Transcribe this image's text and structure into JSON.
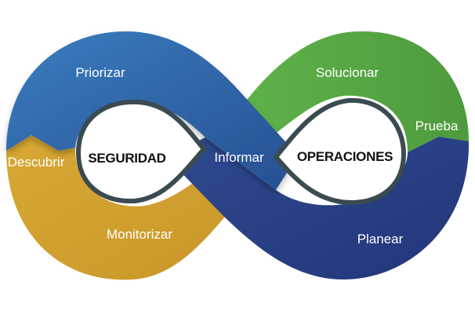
{
  "diagram": {
    "left_hub": "SEGURIDAD",
    "right_hub": "OPERACIONES",
    "labels": {
      "priorizar": "Priorizar",
      "descubrir": "Descubrir",
      "monitorizar": "Monitorizar",
      "informar": "Informar",
      "solucionar": "Solucionar",
      "prueba": "Prueba",
      "planear": "Planear"
    },
    "colors": {
      "blue": "#2c5fa0",
      "blue_light": "#3b78b8",
      "navy": "#2a3d82",
      "green": "#5aaa45",
      "gold": "#d4a32e",
      "hub_text": "#111111"
    }
  }
}
